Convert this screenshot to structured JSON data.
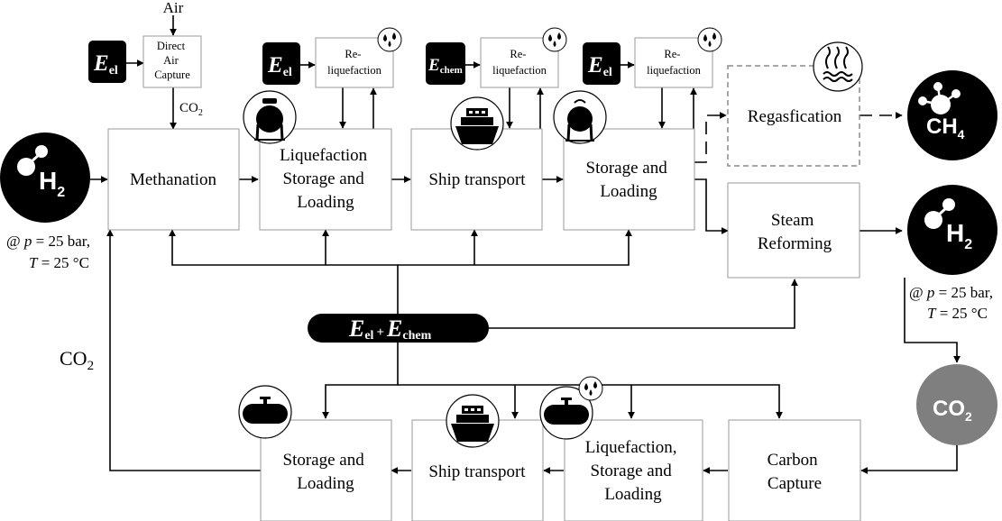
{
  "inputs": {
    "air": "Air",
    "co2_small": "CO",
    "co2_small_sub": "2",
    "h2_letter": "H",
    "h2_sub": "2",
    "h2_conditions_line1_prefix": "@ ",
    "h2_conditions_p": "p",
    "h2_conditions_line1_rest": " = 25 bar,",
    "h2_conditions_T": "T",
    "h2_conditions_line2_rest": " =  25 °C"
  },
  "outputs": {
    "ch4_letter": "CH",
    "ch4_sub": "4",
    "h2_letter": "H",
    "h2_sub": "2",
    "conditions_line1_prefix": "@ ",
    "conditions_p": "p",
    "conditions_line1_rest": " = 25 bar,",
    "conditions_T": "T",
    "conditions_line2_rest": " = 25 °C",
    "co2_letter": "CO",
    "co2_sub": "2"
  },
  "energy": {
    "E": "E",
    "el": "el",
    "chem": "chem",
    "plus": "+"
  },
  "labels": {
    "co2_return": "CO",
    "co2_return_sub": "2"
  },
  "boxes": {
    "dac": [
      "Direct",
      "Air",
      "Capture"
    ],
    "reliq1": [
      "Re-",
      "liquefaction"
    ],
    "reliq2": [
      "Re-",
      "liquefaction"
    ],
    "reliq3": [
      "Re-",
      "liquefaction"
    ],
    "methanation": [
      "Methanation"
    ],
    "liquefaction_top": [
      "Liquefaction",
      "Storage and",
      "Loading"
    ],
    "ship_top": [
      "Ship transport"
    ],
    "storage_top": [
      "Storage and",
      "Loading"
    ],
    "regasification": [
      "Regasfication"
    ],
    "steam_reforming": [
      "Steam",
      "Reforming"
    ],
    "storage_bottom": [
      "Storage and",
      "Loading"
    ],
    "ship_bottom": [
      "Ship transport"
    ],
    "liquefaction_bottom": [
      "Liquefaction,",
      "Storage and",
      "Loading"
    ],
    "carbon_capture": [
      "Carbon",
      "Capture"
    ]
  }
}
